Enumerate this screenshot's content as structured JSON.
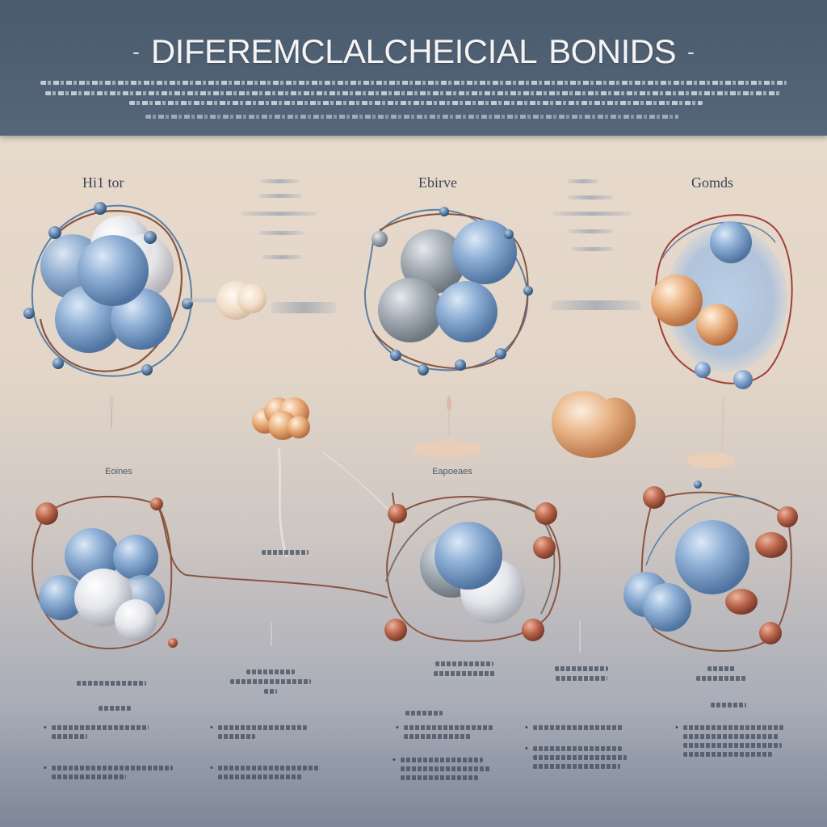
{
  "header": {
    "title": "DIFEREMCLALCHEICIAL",
    "title_suffix": "BONIDS",
    "dash_left": "-",
    "dash_right": "-"
  },
  "panels": [
    {
      "label": "Hi1 tor"
    },
    {
      "label": "Ebirve"
    },
    {
      "label": "Gomds"
    }
  ],
  "mid_labels": {
    "left": "Eoines",
    "center": "Eapoeaes"
  },
  "colors": {
    "header_bg": "#4b5b6e",
    "blue_sphere": "#7ea3cf",
    "white_sphere": "#e7e8ee",
    "gray_sphere": "#98a1aa",
    "copper_node": "#b3614a",
    "peach": "#e7a974",
    "orbit_brown": "#8a5540",
    "orbit_red": "#a03f3a",
    "node_blue": "#5a7fa6"
  }
}
